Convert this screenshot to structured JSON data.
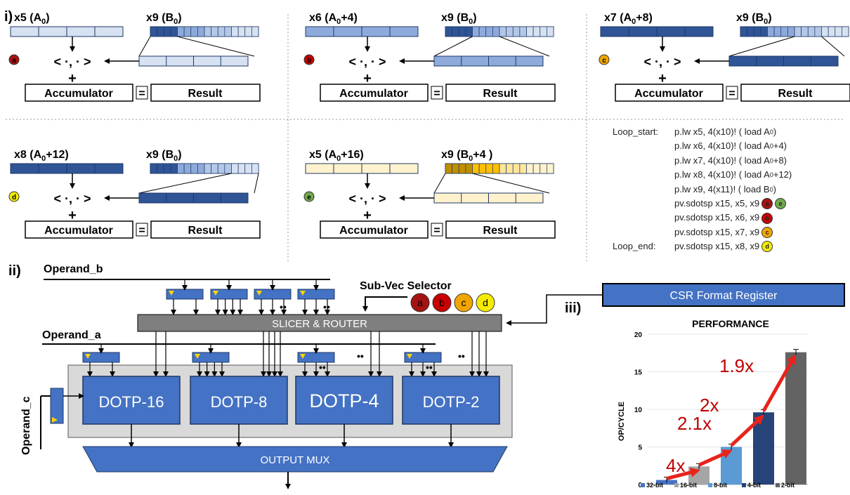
{
  "section_labels": {
    "i": "i)",
    "ii": "ii)",
    "iii": "iii)"
  },
  "panels": [
    {
      "a_label": "x5 (A",
      "a_sub": "0",
      "a_post": ")",
      "b_label": "x9 (B",
      "b_sub": "0",
      "b_post": ")",
      "step": "a",
      "acc": "Accumulator",
      "eq": "=",
      "res": "Result",
      "mul": "< ·, · >",
      "plus": "+"
    },
    {
      "a_label": "x6 (A",
      "a_sub": "0",
      "a_post": "+4)",
      "b_label": "x9 (B",
      "b_sub": "0",
      "b_post": ")",
      "step": "b",
      "acc": "Accumulator",
      "eq": "=",
      "res": "Result",
      "mul": "< ·, · >",
      "plus": "+"
    },
    {
      "a_label": "x7 (A",
      "a_sub": "0",
      "a_post": "+8)",
      "b_label": "x9 (B",
      "b_sub": "0",
      "b_post": ")",
      "step": "c",
      "acc": "Accumulator",
      "eq": "=",
      "res": "Result",
      "mul": "< ·, · >",
      "plus": "+"
    },
    {
      "a_label": "x8 (A",
      "a_sub": "0",
      "a_post": "+12)",
      "b_label": "x9 (B",
      "b_sub": "0",
      "b_post": ")",
      "step": "d",
      "acc": "Accumulator",
      "eq": "=",
      "res": "Result",
      "mul": "< ·, · >",
      "plus": "+"
    },
    {
      "a_label": "x5 (A",
      "a_sub": "0",
      "a_post": "+16)",
      "b_label": "x9 (B",
      "b_sub": "0",
      "b_post": "+4 )",
      "step": "e",
      "acc": "Accumulator",
      "eq": "=",
      "res": "Result",
      "mul": "< ·, · >",
      "plus": "+"
    }
  ],
  "colors": {
    "a": "#a51212",
    "b": "#c80000",
    "c": "#f0a500",
    "d": "#f4ec00",
    "e": "#6fa84a",
    "blue": "#4472c4",
    "light_blue": "#d6e1f1",
    "gray": "#d9d9d9",
    "dark_gray": "#595959"
  },
  "code": [
    {
      "label": "Loop_start:",
      "pre": "p.lw x5, 4(x10)! ( load A",
      "sub": "0",
      "post": ")",
      "badges": []
    },
    {
      "label": "",
      "pre": "p.lw x6, 4(x10)! ( load A",
      "sub": "0",
      "post": "+4)",
      "badges": []
    },
    {
      "label": "",
      "pre": "p.lw x7, 4(x10)! ( load A",
      "sub": "0",
      "post": "+8)",
      "badges": []
    },
    {
      "label": "",
      "pre": "p.lw x8, 4(x10)! ( load A",
      "sub": "0",
      "post": "+12)",
      "badges": []
    },
    {
      "label": "",
      "pre": "p.lw x9, 4(x11)! ( load B",
      "sub": "0",
      "post": ")",
      "badges": []
    },
    {
      "label": "",
      "pre": "pv.sdotsp x15, x5, x9",
      "sub": "",
      "post": "",
      "badges": [
        "a",
        "e"
      ]
    },
    {
      "label": "",
      "pre": "pv.sdotsp x15, x6, x9",
      "sub": "",
      "post": "",
      "badges": [
        "b"
      ]
    },
    {
      "label": "",
      "pre": "pv.sdotsp x15, x7, x9",
      "sub": "",
      "post": "",
      "badges": [
        "c"
      ]
    },
    {
      "label": "Loop_end:",
      "pre": "pv.sdotsp x15, x8, x9",
      "sub": "",
      "post": "",
      "badges": [
        "d"
      ]
    }
  ],
  "arch": {
    "operand_a": "Operand_a",
    "operand_b": "Operand_b",
    "operand_c": "Operand_c",
    "subvec": "Sub-Vec Selector",
    "slicer": "SLICER & ROUTER",
    "output_mux": "OUTPUT MUX",
    "units": [
      "DOTP-16",
      "DOTP-8",
      "DOTP-4",
      "DOTP-2"
    ],
    "selector_badges": [
      "a",
      "b",
      "c",
      "d"
    ],
    "csr": "CSR Format Register"
  },
  "chart_data": {
    "type": "bar",
    "title": "PERFORMANCE",
    "ylabel": "OP/CYCLE",
    "ylim": [
      0,
      20
    ],
    "yticks": [
      0,
      5,
      10,
      15,
      20
    ],
    "categories": [
      "32-bit",
      "16-bit",
      "8-bit",
      "4-bit",
      "2-bit"
    ],
    "values": [
      0.6,
      2.4,
      5.0,
      9.6,
      17.6
    ],
    "colors": [
      "#4472c4",
      "#a5a5a5",
      "#5b9bd5",
      "#264478",
      "#636363"
    ],
    "annotations": [
      "4x",
      "2.1x",
      "2x",
      "1.9x"
    ]
  }
}
